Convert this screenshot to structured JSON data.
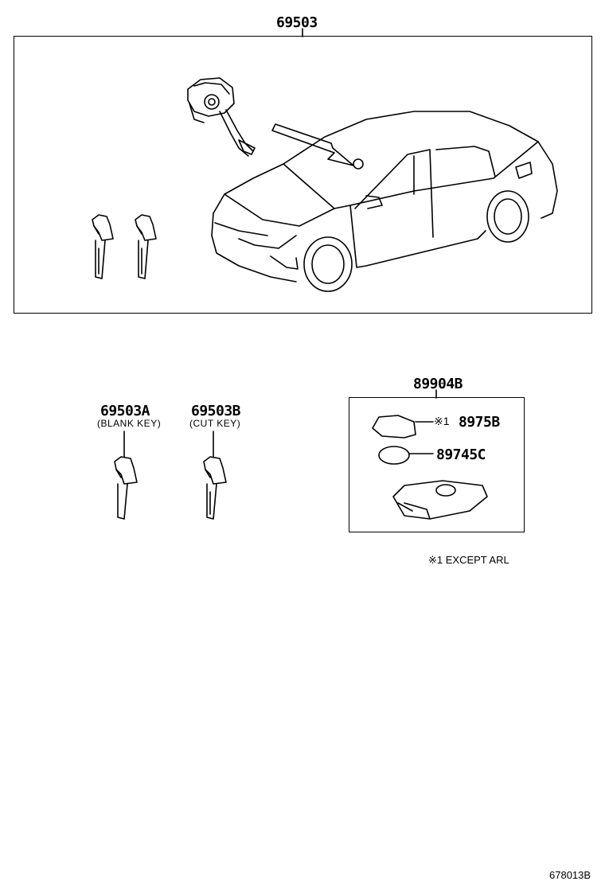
{
  "callouts": {
    "assembly": "69503",
    "blank_key": "69503A",
    "blank_key_sub": "(BLANK KEY)",
    "cut_key": "69503B",
    "cut_key_sub": "(CUT KEY)",
    "remote_assembly": "89904B",
    "remote_case_mark": "※1",
    "remote_case": "8975B",
    "battery": "89745C",
    "footnote": "※1 EXCEPT ARL",
    "diagram_id": "678013B"
  }
}
